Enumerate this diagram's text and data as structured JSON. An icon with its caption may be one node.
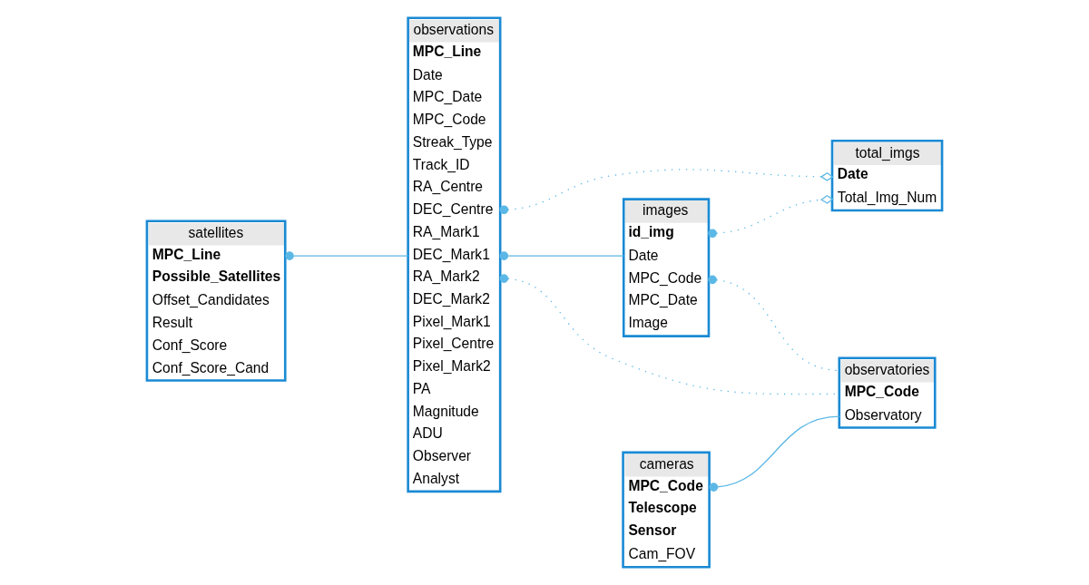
{
  "diagram": {
    "nodes": [
      {
        "text": [
          "satellites",
          "MPC_Line",
          "Possible_Satellites",
          "Offset_Candidates",
          "Result",
          "Conf_Score",
          "Conf_Score_Cand"
        ]
      },
      {
        "text": [
          "observations",
          "MPC_Line",
          "Date",
          "MPC_Date",
          "MPC_Code",
          "Streak_Type",
          "Track_ID",
          "RA_Centre",
          "DEC_Centre",
          "RA_Mark1",
          "DEC_Mark1",
          "RA_Mark2",
          "DEC_Mark2",
          "Pixel_Mark1",
          "Pixel_Centre",
          "Pixel_Mark2",
          "PA",
          "Magnitude",
          "ADU",
          "Observer",
          "Analyst"
        ]
      },
      {
        "text": [
          "images",
          "id_img",
          "Date",
          "MPC_Code",
          "MPC_Date",
          "Image"
        ]
      },
      {
        "text": [
          "total_imgs",
          "Date",
          "Total_Img_Num"
        ]
      },
      {
        "text": [
          "observatories",
          "MPC_Code",
          "Observatory"
        ]
      },
      {
        "text": [
          "cameras",
          "MPC_Code",
          "Telescope",
          "Sensor",
          "Cam_FOV"
        ]
      }
    ],
    "edges": [
      {
        "from": 0,
        "to": 1,
        "arrow": "other"
      },
      {
        "from": 1,
        "to": 3,
        "arrow": "other",
        "style": "dashed"
      },
      {
        "from": 1,
        "to": 2,
        "arrow": "other"
      },
      {
        "from": 2,
        "to": 3,
        "arrow": "other",
        "style": "dashed"
      },
      {
        "from": 2,
        "to": 4,
        "arrow": "other",
        "style": "dashed"
      },
      {
        "from": 1,
        "to": 4,
        "arrow": "other",
        "style": "dashed"
      },
      {
        "from": 5,
        "to": 4,
        "arrow": "other"
      }
    ]
  }
}
